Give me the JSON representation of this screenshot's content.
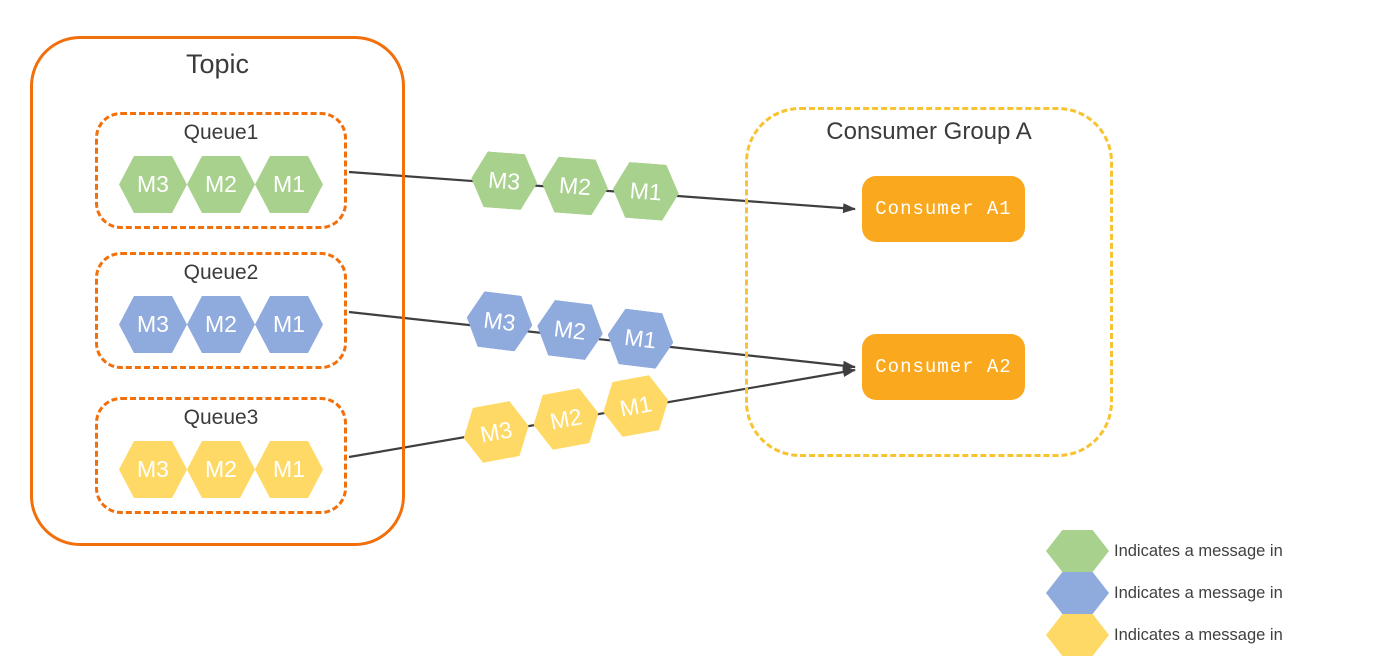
{
  "topic": {
    "label": "Topic",
    "queues": [
      {
        "label": "Queue1",
        "color": "#A9D18E",
        "messages": [
          "M3",
          "M2",
          "M1"
        ]
      },
      {
        "label": "Queue2",
        "color": "#8FAADC",
        "messages": [
          "M3",
          "M2",
          "M1"
        ]
      },
      {
        "label": "Queue3",
        "color": "#FFD966",
        "messages": [
          "M3",
          "M2",
          "M1"
        ]
      }
    ]
  },
  "inflight": [
    {
      "color": "#A9D18E",
      "messages": [
        "M3",
        "M2",
        "M1"
      ]
    },
    {
      "color": "#8FAADC",
      "messages": [
        "M3",
        "M2",
        "M1"
      ]
    },
    {
      "color": "#FFD966",
      "messages": [
        "M3",
        "M2",
        "M1"
      ]
    }
  ],
  "consumer_group": {
    "label": "Consumer Group A",
    "consumers": [
      {
        "label": "Consumer A1"
      },
      {
        "label": "Consumer A2"
      }
    ]
  },
  "legend": [
    {
      "color": "#A9D18E",
      "label": "Indicates a message in"
    },
    {
      "color": "#8FAADC",
      "label": "Indicates a message in"
    },
    {
      "color": "#FFD966",
      "label": "Indicates a message in"
    }
  ],
  "colors": {
    "topic_border": "#F2700C",
    "queue_border": "#F2700C",
    "consumer_group_border": "#F7C331",
    "consumer_fill": "#FAA91E",
    "arrow": "#3F3F3F",
    "text": "#3B3B3B"
  }
}
